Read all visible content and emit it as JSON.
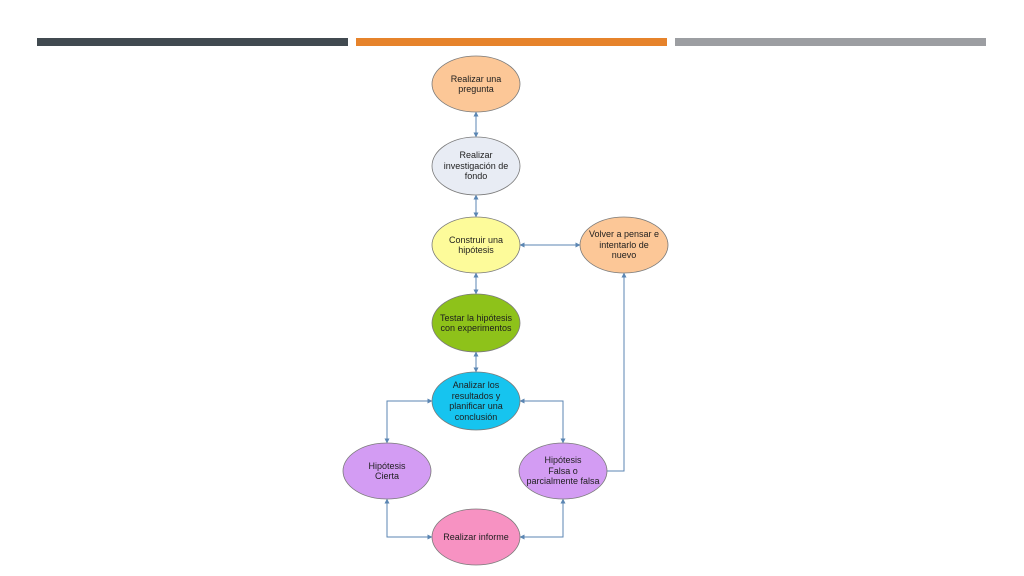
{
  "header_bars": {
    "colors": [
      "#414a50",
      "#e6832b",
      "#9c9ea2"
    ]
  },
  "nodes": [
    {
      "id": "ask",
      "label": "Realizar una\npregunta",
      "fill": "#fcc797"
    },
    {
      "id": "research",
      "label": "Realizar\ninvestigación de\nfondo",
      "fill": "#e8ecf4"
    },
    {
      "id": "hypothesis",
      "label": "Construir una\nhipótesis",
      "fill": "#fdfb9a"
    },
    {
      "id": "rethink",
      "label": "Volver a pensar e\nintentarlo de\nnuevo",
      "fill": "#fcc797"
    },
    {
      "id": "test",
      "label": "Testar la hipótesis\ncon experimentos",
      "fill": "#8ec21a"
    },
    {
      "id": "analyze",
      "label": "Analizar los\nresultados y\nplanificar una\nconclusión",
      "fill": "#16c4ef"
    },
    {
      "id": "true",
      "label": "Hipótesis\nCierta",
      "fill": "#d39cf3"
    },
    {
      "id": "false",
      "label": "Hipótesis\nFalsa o\nparcialmente falsa",
      "fill": "#d39cf3"
    },
    {
      "id": "report",
      "label": "Realizar informe",
      "fill": "#f792c2"
    }
  ],
  "connector_color": "#5b86b3",
  "node_stroke": "#7a7a7a"
}
